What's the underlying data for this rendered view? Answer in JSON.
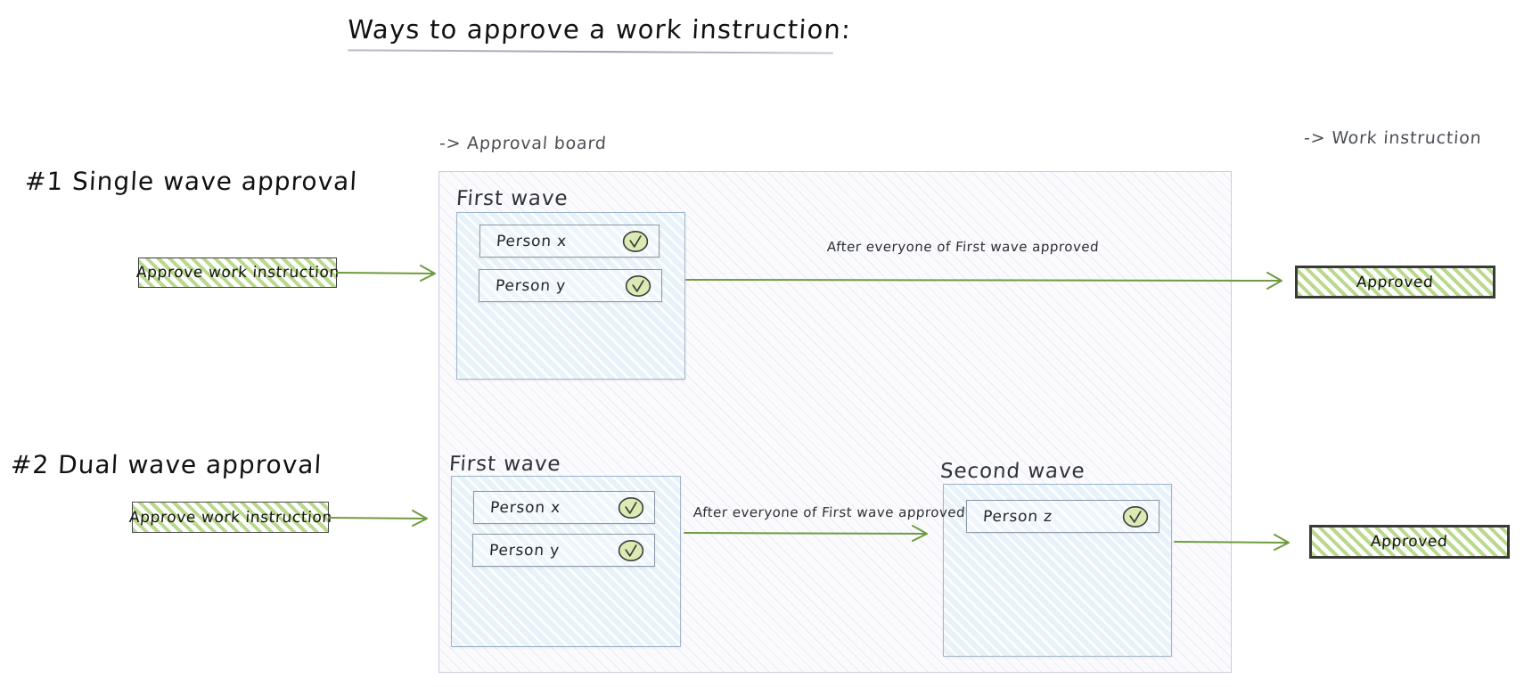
{
  "page": {
    "title": "Ways to approve a work instruction:",
    "background_color": "#ffffff",
    "accent_green": "#6e9b3f",
    "hatch_green": "#b9d98c",
    "hatch_blue": "#e7f2f9",
    "board_hatch": "#afb6d6"
  },
  "annotations": {
    "approval_board": "-> Approval board",
    "work_instruction": "-> Work instruction"
  },
  "sections": [
    {
      "heading": "#1 Single wave approval",
      "trigger_label": "Approve work instruction",
      "waves": [
        {
          "title": "First wave",
          "people": [
            {
              "name": "Person x",
              "status_icon": "check-circle-icon",
              "approved": true
            },
            {
              "name": "Person y",
              "status_icon": "check-circle-icon",
              "approved": true
            }
          ]
        }
      ],
      "edge_label": "After everyone of First wave approved",
      "result_label": "Approved"
    },
    {
      "heading": "#2 Dual wave approval",
      "trigger_label": "Approve work instruction",
      "waves": [
        {
          "title": "First wave",
          "people": [
            {
              "name": "Person x",
              "status_icon": "check-circle-icon",
              "approved": true
            },
            {
              "name": "Person y",
              "status_icon": "check-circle-icon",
              "approved": true
            }
          ]
        },
        {
          "title": "Second wave",
          "people": [
            {
              "name": "Person z",
              "status_icon": "check-circle-icon",
              "approved": true
            }
          ]
        }
      ],
      "edge_label": "After everyone of First wave approved",
      "result_label": "Approved"
    }
  ]
}
